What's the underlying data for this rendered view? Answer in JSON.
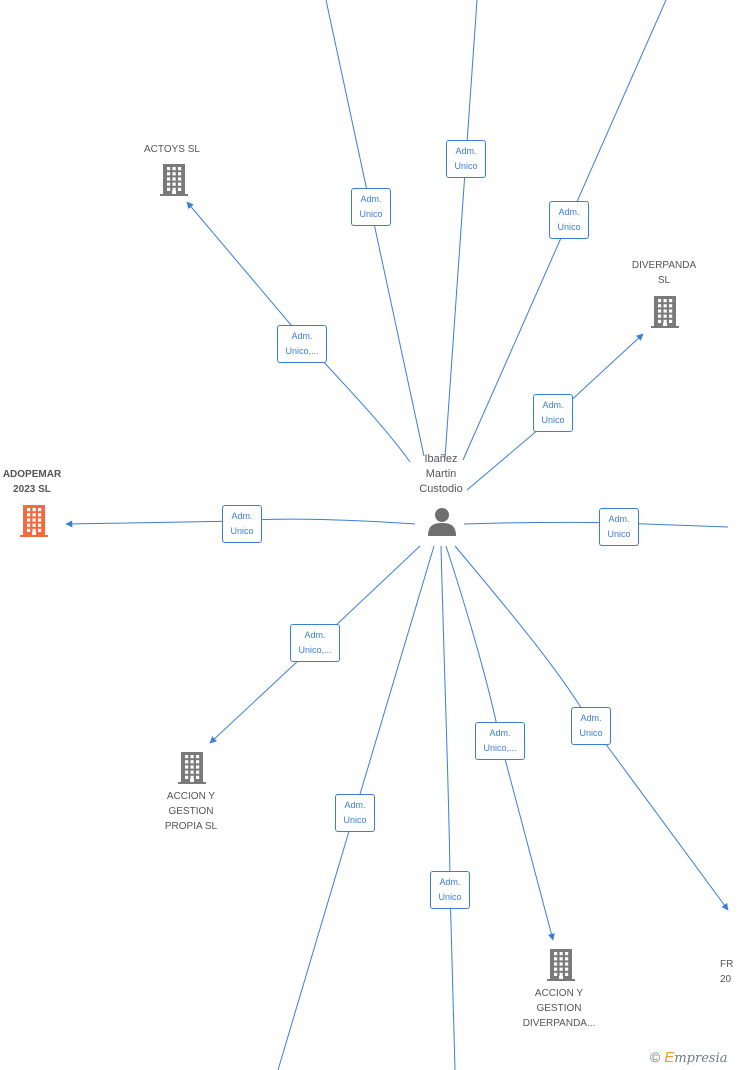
{
  "center": {
    "name": "Ibañez\nMartin\nCustodio",
    "icon": "person-icon"
  },
  "colors": {
    "edge": "#3b7fd4",
    "company": "#7a7a7a",
    "highlight": "#f26a3d"
  },
  "companies": [
    {
      "id": "actoys",
      "label": "ACTOYS  SL",
      "icon": "building-icon"
    },
    {
      "id": "diverpanda",
      "label": "DIVERPANDA\nSL",
      "icon": "building-icon"
    },
    {
      "id": "adopemar",
      "label": "ADOPEMAR\n2023  SL",
      "icon": "building-icon",
      "highlight": true
    },
    {
      "id": "accion-propia",
      "label": "ACCION Y\nGESTION\nPROPIA  SL",
      "icon": "building-icon"
    },
    {
      "id": "accion-diverpanda",
      "label": "ACCION Y\nGESTION\nDIVERPANDA...",
      "icon": "building-icon"
    },
    {
      "id": "fr",
      "label": "FR\n20",
      "icon": "building-icon"
    }
  ],
  "edges": [
    {
      "id": "top-left",
      "label": "Adm.\nUnico"
    },
    {
      "id": "top-mid",
      "label": "Adm.\nUnico"
    },
    {
      "id": "top-right",
      "label": "Adm.\nUnico"
    },
    {
      "id": "actoys",
      "label": "Adm.\nUnico,..."
    },
    {
      "id": "diverpanda",
      "label": "Adm.\nUnico"
    },
    {
      "id": "adopemar",
      "label": "Adm.\nUnico"
    },
    {
      "id": "right",
      "label": "Adm.\nUnico"
    },
    {
      "id": "accion-propia",
      "label": "Adm.\nUnico,..."
    },
    {
      "id": "accion-diverpanda",
      "label": "Adm.\nUnico,..."
    },
    {
      "id": "fr",
      "label": "Adm.\nUnico"
    },
    {
      "id": "bottom-left",
      "label": "Adm.\nUnico"
    },
    {
      "id": "bottom-mid",
      "label": "Adm.\nUnico"
    }
  ],
  "watermark": {
    "symbol": "©",
    "brand_initial": "E",
    "brand_rest": "mpresia"
  }
}
